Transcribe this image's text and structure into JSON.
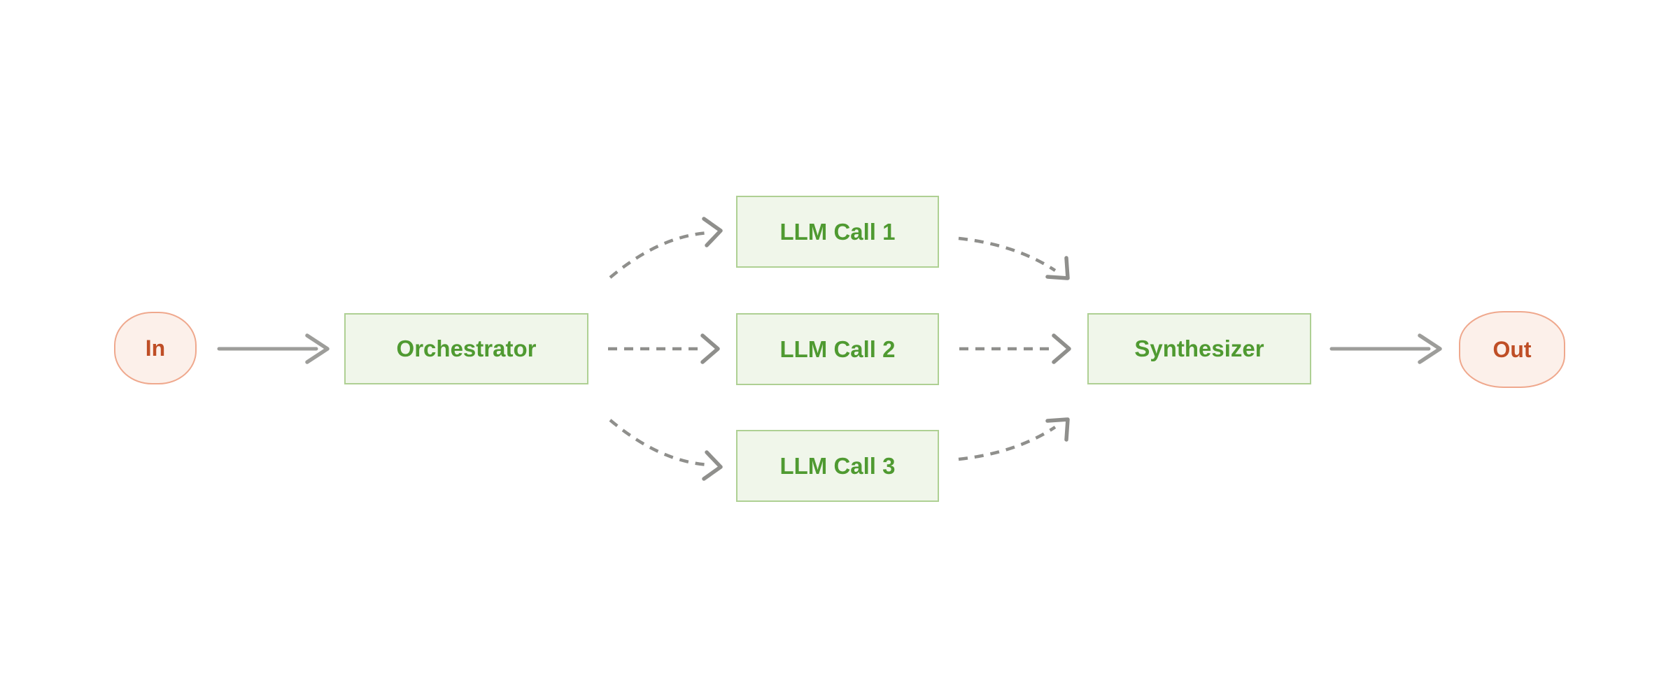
{
  "diagram": {
    "nodes": {
      "input": {
        "label": "In",
        "shape": "squircle",
        "color_role": "terminal"
      },
      "orchestrator": {
        "label": "Orchestrator",
        "shape": "rectangle",
        "color_role": "process"
      },
      "workers": [
        {
          "label": "LLM Call 1",
          "shape": "rectangle",
          "color_role": "process"
        },
        {
          "label": "LLM Call 2",
          "shape": "rectangle",
          "color_role": "process"
        },
        {
          "label": "LLM Call 3",
          "shape": "rectangle",
          "color_role": "process"
        }
      ],
      "synthesizer": {
        "label": "Synthesizer",
        "shape": "rectangle",
        "color_role": "process"
      },
      "output": {
        "label": "Out",
        "shape": "squircle",
        "color_role": "terminal"
      }
    },
    "edges": [
      {
        "id": "in-to-orchestrator",
        "from": "In",
        "to": "Orchestrator",
        "style": "solid-straight"
      },
      {
        "id": "orchestrator-to-llm-call-1",
        "from": "Orchestrator",
        "to": "LLM Call 1",
        "style": "dashed-curved"
      },
      {
        "id": "orchestrator-to-llm-call-2",
        "from": "Orchestrator",
        "to": "LLM Call 2",
        "style": "dashed-straight"
      },
      {
        "id": "orchestrator-to-llm-call-3",
        "from": "Orchestrator",
        "to": "LLM Call 3",
        "style": "dashed-curved"
      },
      {
        "id": "llm-call-1-to-synthesizer",
        "from": "LLM Call 1",
        "to": "Synthesizer",
        "style": "dashed-curved"
      },
      {
        "id": "llm-call-2-to-synthesizer",
        "from": "LLM Call 2",
        "to": "Synthesizer",
        "style": "dashed-straight"
      },
      {
        "id": "llm-call-3-to-synthesizer",
        "from": "LLM Call 3",
        "to": "Synthesizer",
        "style": "dashed-curved"
      },
      {
        "id": "synthesizer-to-out",
        "from": "Synthesizer",
        "to": "Out",
        "style": "solid-straight"
      }
    ]
  },
  "theme": {
    "canvas_bg": "#ffffff",
    "node_green_fill": "#f0f6ea",
    "node_green_border": "#aed093",
    "node_green_text": "#4f9a31",
    "terminal_pink_fill": "#fcf0ea",
    "terminal_pink_border": "#efa88d",
    "terminal_red_text": "#bf4e26",
    "arrow_solid_gray": "#9d9d9a",
    "arrow_dashed_gray": "#8f8f8c"
  }
}
